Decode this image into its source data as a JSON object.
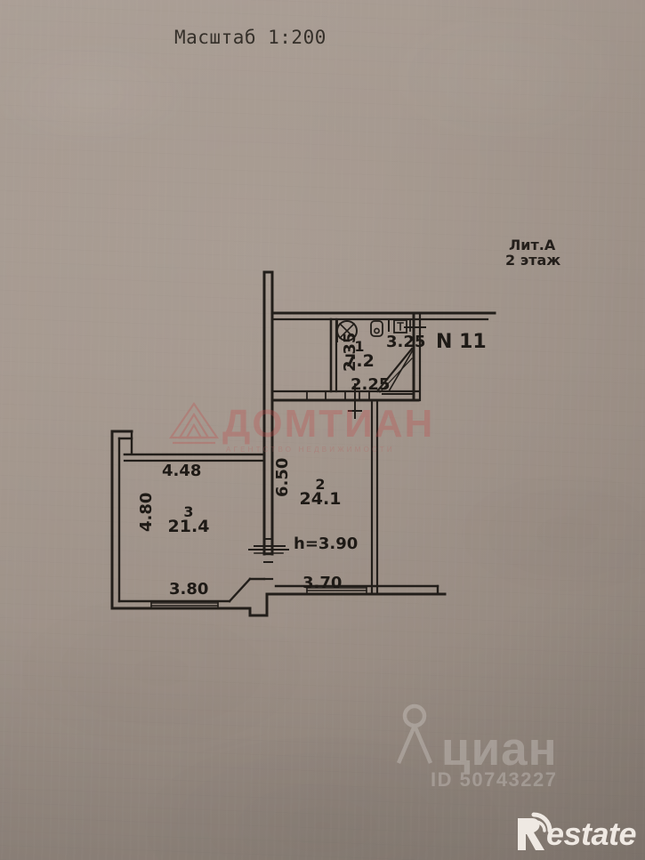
{
  "document": {
    "type": "floor-plan",
    "scale_label": "Масштаб 1:200",
    "building_label": "Лит.А",
    "floor_label": "2 этаж",
    "apartment_number": "N 11"
  },
  "rooms": [
    {
      "number": "1",
      "area": "7.2"
    },
    {
      "number": "2",
      "area": "24.1"
    },
    {
      "number": "3",
      "area": "21.4"
    }
  ],
  "dimensions": {
    "room1_width_top": "3.25",
    "room1_width_bottom": "2.25",
    "room1_height": "2.35",
    "room3_width_top": "4.48",
    "room3_height": "4.80",
    "room2_height": "6.50",
    "room3_width_bottom": "3.80",
    "room2_width_bottom": "3.70",
    "ceiling_height": "h=3.90"
  },
  "watermarks": {
    "domian_text": "ДОМТИАН",
    "domian_subtext": "АГЕНТСТВО НЕДВИЖИМОСТИ",
    "cian_text": "циан",
    "cian_id": "ID 50743227",
    "restate_text": "estate"
  },
  "colors": {
    "paper": "#a2958b",
    "ink": "#1e1a16",
    "watermark_red": "#c24a4a",
    "watermark_white": "#ffffff"
  }
}
